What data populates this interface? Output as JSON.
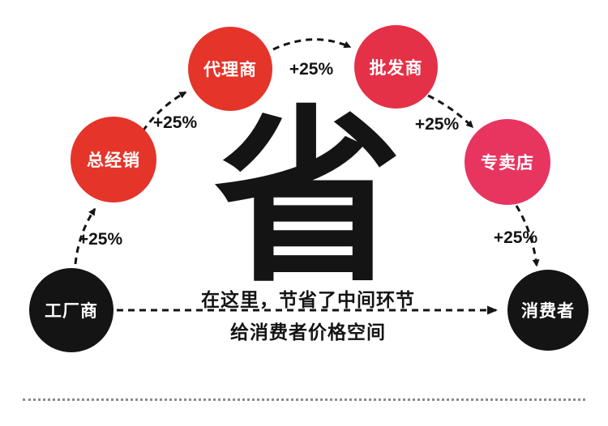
{
  "diagram": {
    "center_glyph": "省",
    "caption": {
      "line1": "在这里，节省了中间环节",
      "line2": "给消费者价格空间"
    },
    "nodes": [
      {
        "id": "factory",
        "label": "工厂商",
        "color": "#141414"
      },
      {
        "id": "general-distributor",
        "label": "总经销",
        "color": "#e5342a"
      },
      {
        "id": "agent",
        "label": "代理商",
        "color": "#e5342a"
      },
      {
        "id": "wholesaler",
        "label": "批发商",
        "color": "#e43147"
      },
      {
        "id": "exclusive-store",
        "label": "专卖店",
        "color": "#e73560"
      },
      {
        "id": "consumer",
        "label": "消费者",
        "color": "#141414"
      }
    ],
    "increments": [
      "+25%",
      "+25%",
      "+25%",
      "+25%",
      "+25%"
    ],
    "arrow_color": "#141414"
  }
}
